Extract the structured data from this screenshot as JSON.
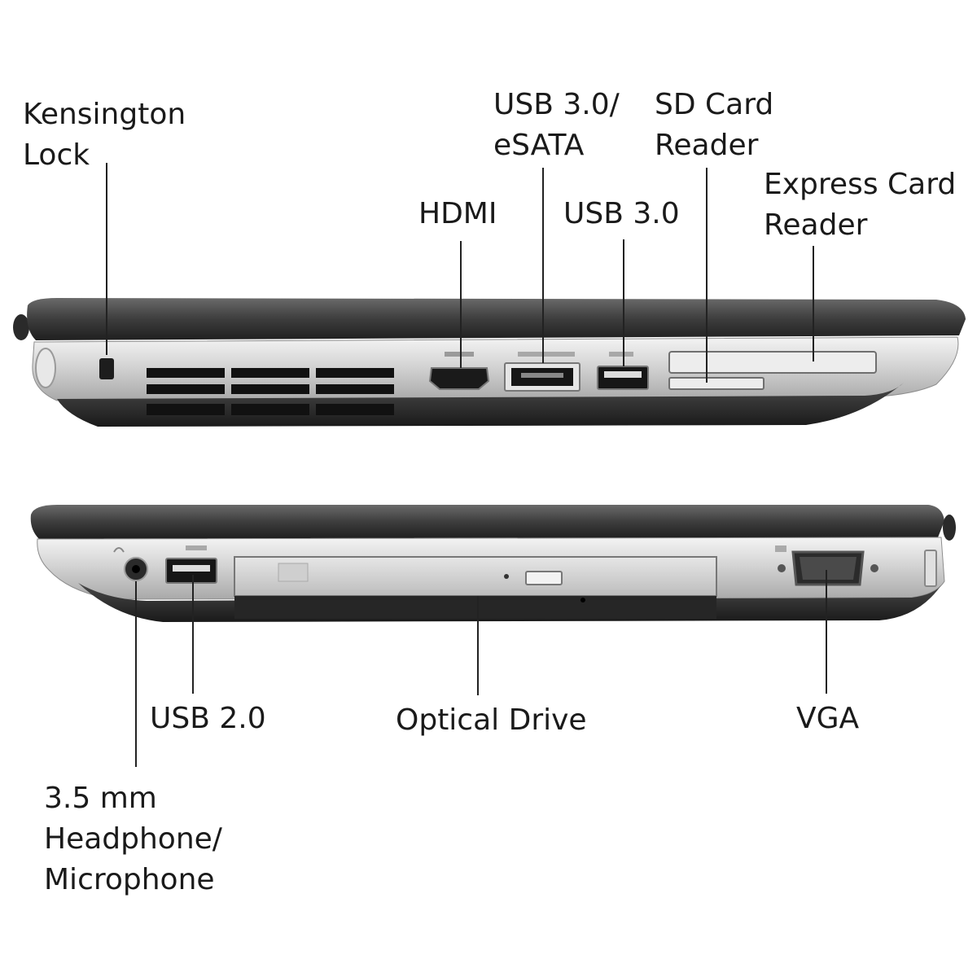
{
  "labels": {
    "kensington_lock": [
      "Kensington",
      "Lock"
    ],
    "hdmi": [
      "HDMI"
    ],
    "usb3_esata": [
      "USB 3.0/",
      "eSATA"
    ],
    "usb3": [
      "USB 3.0"
    ],
    "sd_card_reader": [
      "SD Card",
      "Reader"
    ],
    "express_card_reader": [
      "Express Card",
      "Reader"
    ],
    "usb2": [
      "USB 2.0"
    ],
    "optical_drive": [
      "Optical Drive"
    ],
    "vga": [
      "VGA"
    ],
    "audio_jack": [
      "3.5 mm",
      "Headphone/",
      "Microphone"
    ]
  },
  "colors": {
    "lid": "#3a3a3a",
    "panel": "#d9d9d9",
    "base": "#2e2e2e",
    "line": "#222222"
  }
}
